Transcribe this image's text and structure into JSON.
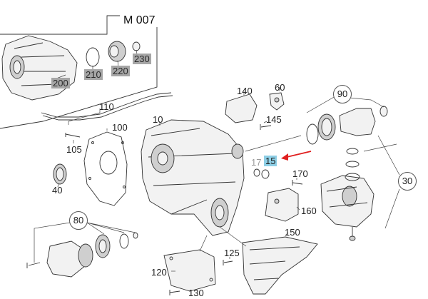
{
  "diagram": {
    "id": "M 007",
    "callouts": [
      {
        "key": "c200",
        "text": "200",
        "style": "grey"
      },
      {
        "key": "c210",
        "text": "210",
        "style": "grey"
      },
      {
        "key": "c220",
        "text": "220",
        "style": "grey"
      },
      {
        "key": "c230",
        "text": "230",
        "style": "grey"
      },
      {
        "key": "c140",
        "text": "140",
        "style": "plain"
      },
      {
        "key": "c60",
        "text": "60",
        "style": "plain"
      },
      {
        "key": "c90",
        "text": "90",
        "style": "circle"
      },
      {
        "key": "c110",
        "text": "110",
        "style": "plain"
      },
      {
        "key": "c10",
        "text": "10",
        "style": "plain"
      },
      {
        "key": "c145",
        "text": "145",
        "style": "plain"
      },
      {
        "key": "c100",
        "text": "100",
        "style": "plain"
      },
      {
        "key": "c105",
        "text": "105",
        "style": "plain"
      },
      {
        "key": "c17",
        "text": "17",
        "style": "dim"
      },
      {
        "key": "c15",
        "text": "15",
        "style": "highlight"
      },
      {
        "key": "c170",
        "text": "170",
        "style": "plain"
      },
      {
        "key": "c30",
        "text": "30",
        "style": "circle"
      },
      {
        "key": "c40",
        "text": "40",
        "style": "plain"
      },
      {
        "key": "c160",
        "text": "160",
        "style": "plain"
      },
      {
        "key": "c80",
        "text": "80",
        "style": "circle"
      },
      {
        "key": "c150",
        "text": "150",
        "style": "plain"
      },
      {
        "key": "c125",
        "text": "125",
        "style": "plain"
      },
      {
        "key": "c120",
        "text": "120",
        "style": "plain"
      },
      {
        "key": "c130",
        "text": "130",
        "style": "plain"
      }
    ],
    "colors": {
      "highlight": "#8ecfe6",
      "grey_tag": "#a6a6a6",
      "arrow": "#e02020",
      "line": "#333333"
    }
  }
}
